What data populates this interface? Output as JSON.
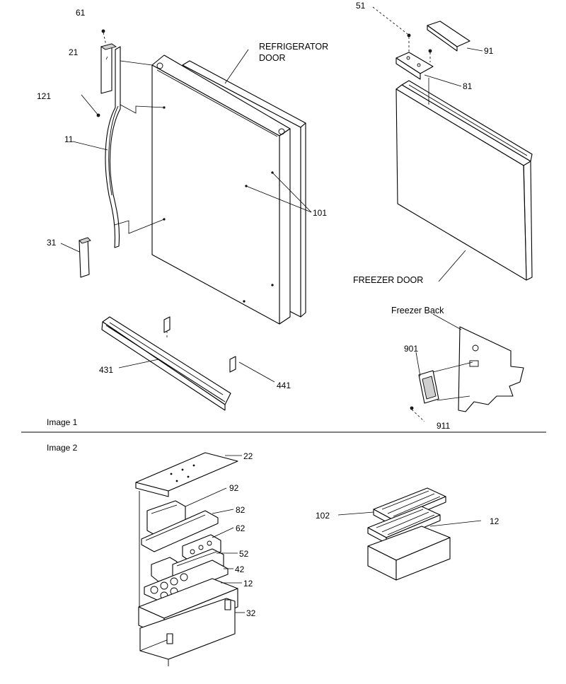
{
  "section_labels": {
    "image1": "Image 1",
    "image2": "Image 2"
  },
  "callouts": {
    "c61": "61",
    "c21": "21",
    "c121": "121",
    "c11": "11",
    "c31": "31",
    "c101": "101",
    "c431": "431",
    "c441": "441",
    "c51": "51",
    "c91": "91",
    "c81": "81",
    "c901": "901",
    "c911": "911",
    "c22": "22",
    "c92": "92",
    "c82": "82",
    "c62": "62",
    "c52": "52",
    "c42": "42",
    "c12a": "12",
    "c32": "32",
    "c102": "102",
    "c12b": "12"
  },
  "names": {
    "refrigerator_door_line1": "REFRIGERATOR",
    "refrigerator_door_line2": "DOOR",
    "freezer_door": "FREEZER DOOR",
    "freezer_back": "Freezer Back"
  }
}
